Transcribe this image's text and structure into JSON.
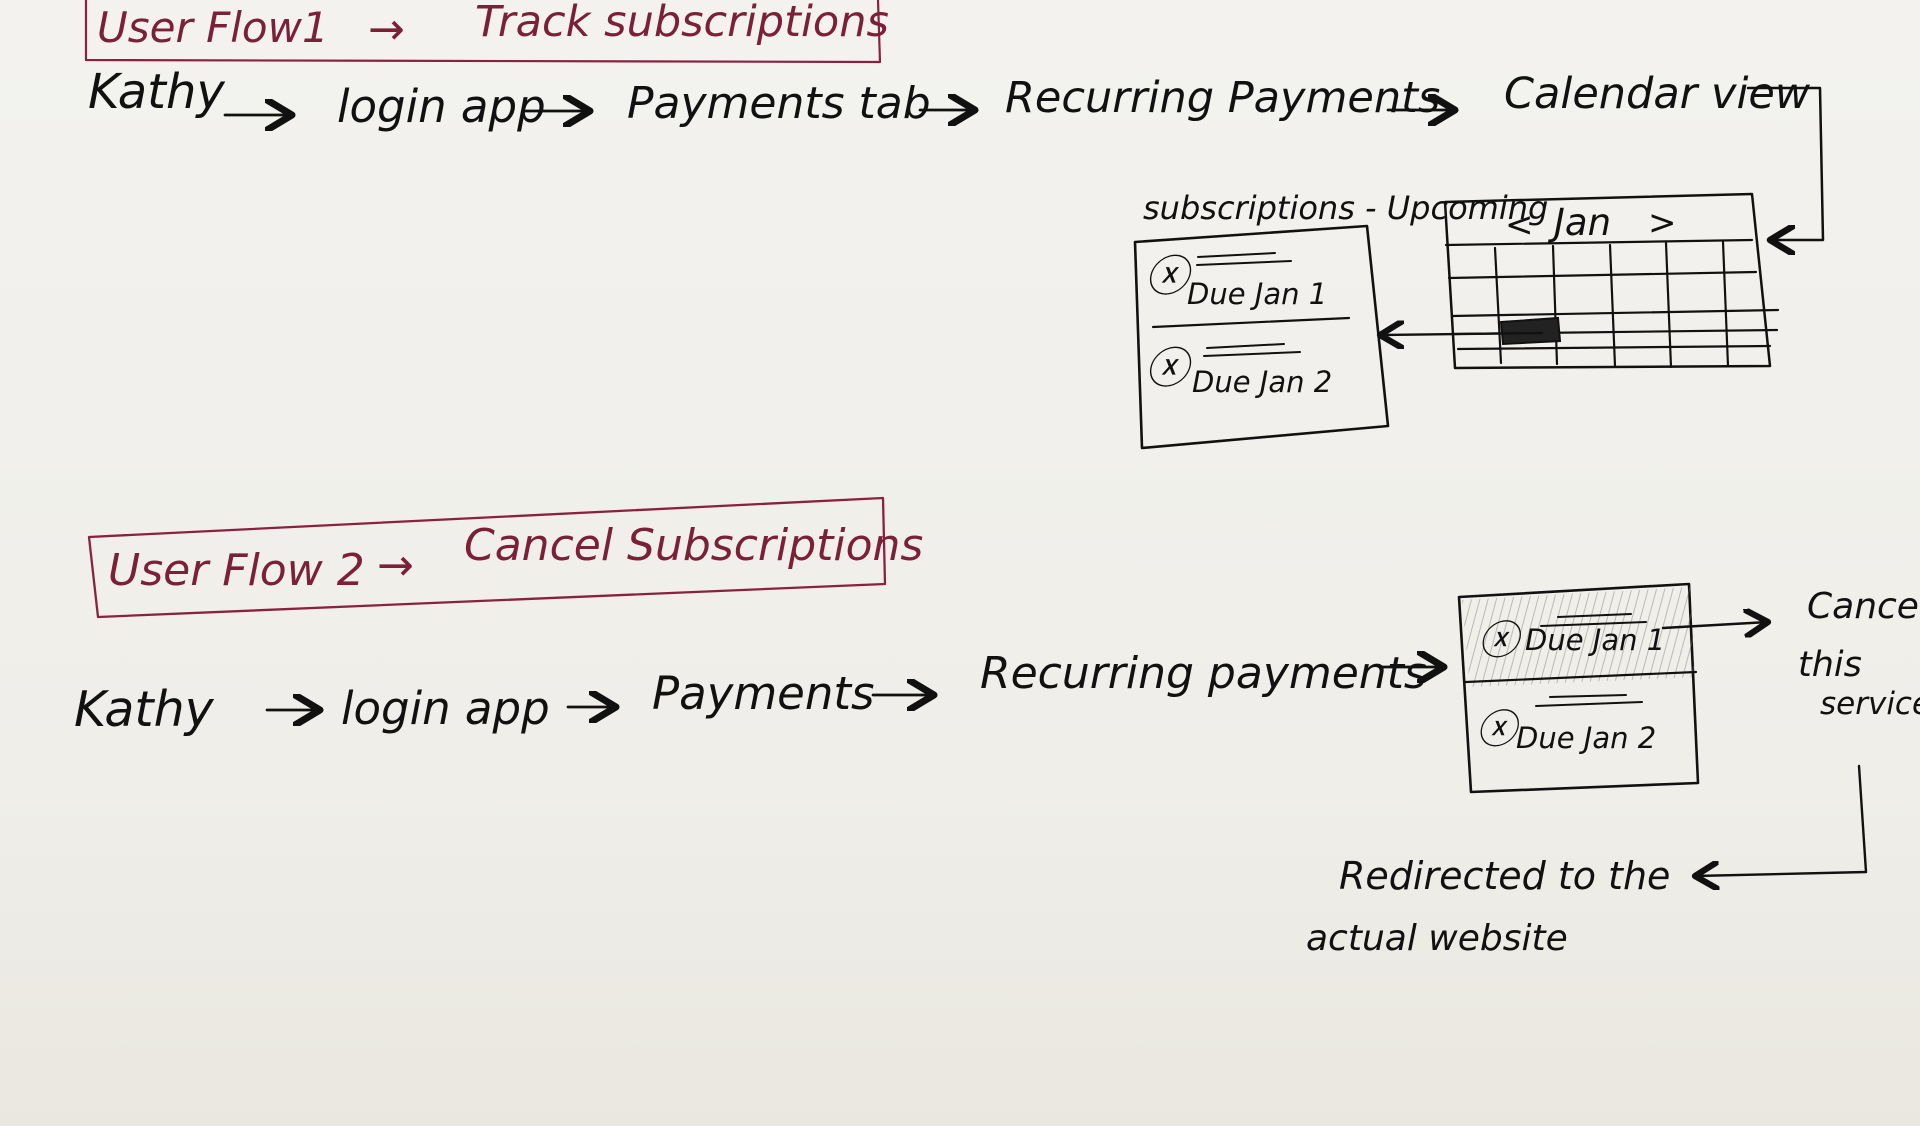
{
  "flow1": {
    "header": "User Flow1",
    "header_arrow": "→",
    "title": "Track subscriptions",
    "steps": [
      "Kathy",
      "login app",
      "Payments tab",
      "Recurring Payments",
      "Calendar view"
    ],
    "panel_label": "subscriptions - Upcoming",
    "subscriptions": [
      {
        "icon": "ⓧ",
        "due": "Due Jan 1"
      },
      {
        "icon": "ⓧ",
        "due": "Due Jan 2"
      }
    ],
    "calendar": {
      "prev": "<",
      "month": "Jan",
      "next": ">"
    }
  },
  "flow2": {
    "header": "User Flow 2",
    "header_arrow": "→",
    "title": "Cancel Subscriptions",
    "steps": [
      "Kathy",
      "login app",
      "Payments",
      "Recurring payments"
    ],
    "subscriptions": [
      {
        "icon": "ⓧ",
        "due": "Due Jan 1"
      },
      {
        "icon": "ⓧ",
        "due": "Due Jan 2"
      }
    ],
    "cancel_lines": [
      "Cancel",
      "this",
      "service"
    ],
    "redirect_lines": [
      "Redirected to the",
      "actual website"
    ]
  }
}
